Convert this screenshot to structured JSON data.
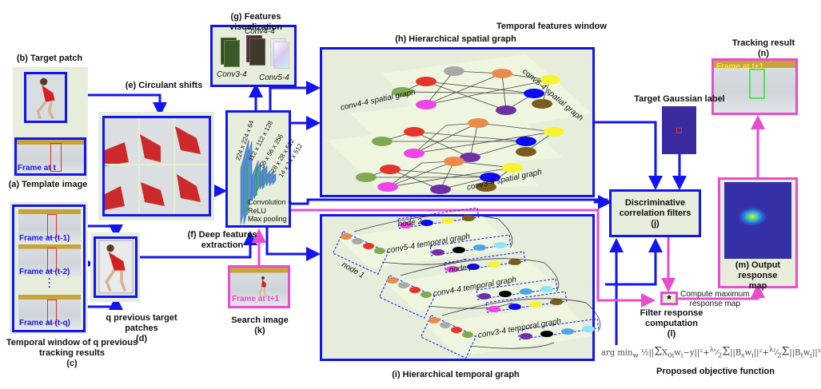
{
  "labels": {
    "target_patch": "(b) Target patch",
    "template_image": "(a) Template image",
    "circulant_shifts": "(e) Circulant shifts",
    "features_visualization": "(g) Features visualization",
    "hierarchical_spatial_graph": "(h) Hierarchical spatial graph",
    "temporal_features_window": "Temporal features window",
    "tracking_result": "Tracking result",
    "tracking_result_id": "(n)",
    "target_gaussian_label": "Target Gaussian label",
    "temporal_window_line1": "Temporal window of q previous",
    "temporal_window_line2": "tracking results",
    "temporal_window_id": "(c)",
    "previous_patches": "q previous target patches",
    "previous_patches_id": "(d)",
    "deep_features_line1": "(f) Deep features",
    "deep_features_line2": "extraction",
    "search_image": "Search image",
    "search_image_id": "(k)",
    "hierarchical_temporal_graph": "(i) Hierarchical temporal graph",
    "dcf_line1": "Discriminative",
    "dcf_line2": "correlation filters",
    "dcf_id": "(j)",
    "output_response_line1": "(m) Output response",
    "output_response_line2": "map",
    "compute_max_line1": "Compute maximum",
    "compute_max_line2": "response map",
    "filter_response_line1": "Filter response",
    "filter_response_line2": "computation",
    "filter_response_id": "(l)",
    "objective_function": "Proposed objective function",
    "convolution_operator": "*"
  },
  "frames": {
    "template": "Frame at t",
    "t_minus_1": "Frame at (t-1)",
    "t_minus_2": "Frame at (t-2)",
    "t_minus_q": "Frame at (t-q)",
    "search": "Frame at t+1",
    "result": "Frame at t+1"
  },
  "feature_maps": {
    "conv3": "Conv3-4",
    "conv4": "Conv4-4",
    "conv5": "Conv5-4"
  },
  "cnn": {
    "layers": [
      "224 x 224 x 64",
      "112 x 112 x 128",
      "56 x 56 x 256",
      "28 x 28 x 512",
      "14 x 14 x 512"
    ],
    "legend_conv": "Convolution +",
    "legend_relu": "ReLU",
    "legend_pool": "Max pooling"
  },
  "spatial_graph": {
    "layers": [
      "conv5-4 spatial graph",
      "conv4-4 spatial graph",
      "conv3-4 spatial graph"
    ],
    "node_colors": [
      "#e8332a",
      "#a9a9a9",
      "#eb8a4c",
      "#f7f232",
      "#0a0af0",
      "#7a5c1e",
      "#6f2fa5",
      "#ee44e8",
      "#7faa52"
    ]
  },
  "temporal_graph": {
    "layers": [
      "conv5-4 temporal  graph",
      "conv4-4 temporal graph",
      "conv3-4 temporal graph"
    ],
    "node_1": "node 1",
    "node_2": "node 2",
    "node_p": "node p",
    "column_colors": [
      "#eb8a4c",
      "#a9a9a9",
      "#e8332a",
      "#7faa52"
    ],
    "top_row_colors": [
      "#ee44e8",
      "#0a0af0",
      "#f7f232",
      "#7a5c1e"
    ],
    "bottom_row_colors": [
      "#6f2fa5",
      "#000000",
      "#4da6ea",
      "#8fe6f7"
    ]
  },
  "formula": {
    "text": "arg min_w ½||Σ_{i=1}^{d} X_{0i} w_i − y||² + λ₁/2 Σ_{i=1}^{d} ||B_s w_i||² + λ₂/2 Σ_{i=1}^{d} ||B_t w_i||²"
  },
  "colors": {
    "flow_blue": "#1414f0",
    "flow_pink": "#e94ccc",
    "panel_green": "#e6eedb",
    "gaussian_bg": "#3a2ca0"
  }
}
